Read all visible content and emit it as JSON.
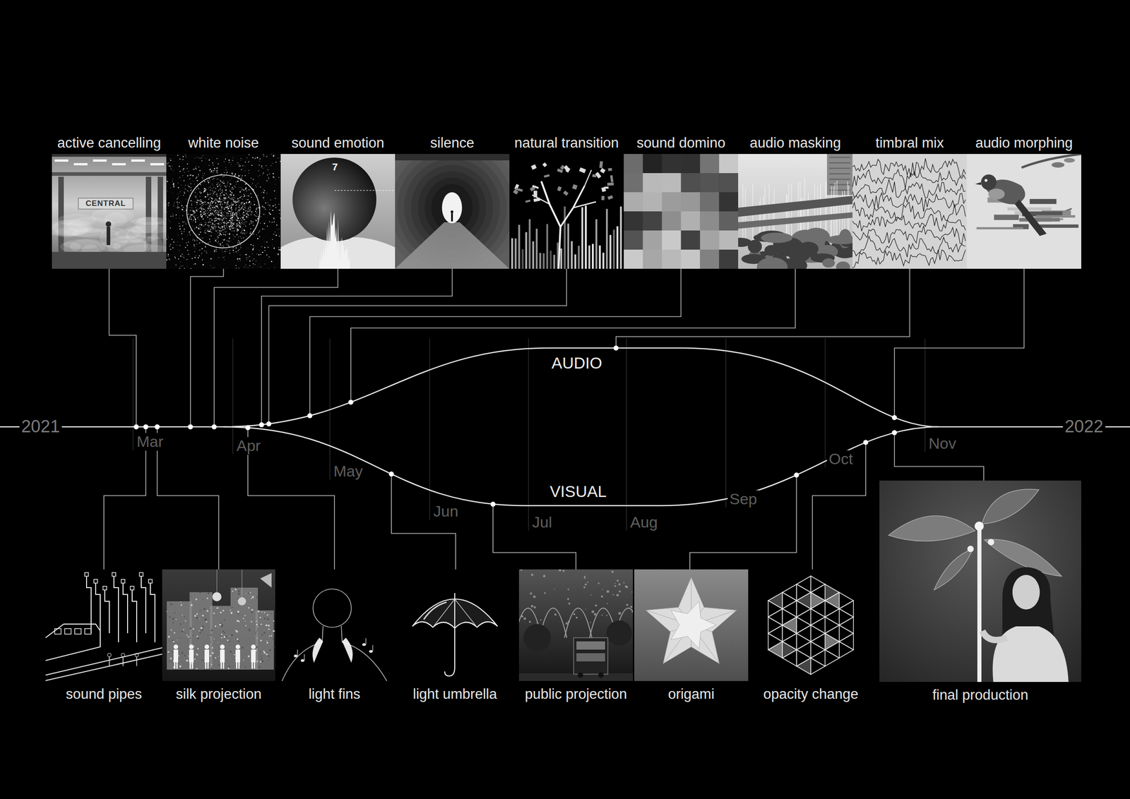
{
  "diagram": {
    "nodes": [
      {
        "text": [
          "active cancelling"
        ]
      },
      {
        "text": [
          "white noise"
        ]
      },
      {
        "text": [
          "sound emotion"
        ]
      },
      {
        "text": [
          "silence"
        ]
      },
      {
        "text": [
          "natural transition"
        ]
      },
      {
        "text": [
          "sound domino"
        ]
      },
      {
        "text": [
          "audio masking"
        ]
      },
      {
        "text": [
          "timbral mix"
        ]
      },
      {
        "text": [
          "audio morphing"
        ]
      },
      {
        "text": [
          "sound pipes"
        ]
      },
      {
        "text": [
          "silk projection"
        ]
      },
      {
        "text": [
          "light fins"
        ]
      },
      {
        "text": [
          "light umbrella"
        ]
      },
      {
        "text": [
          "public projection"
        ]
      },
      {
        "text": [
          "origami"
        ]
      },
      {
        "text": [
          "opacity change"
        ]
      },
      {
        "text": [
          "final production"
        ]
      }
    ],
    "labels": [
      "CENTRAL",
      "7",
      "AUDIO",
      "2021",
      "2022",
      "Mar",
      "Apr",
      "May",
      "Jun",
      "Jul",
      "Aug",
      "Sep",
      "Oct",
      "Nov",
      "VISUAL"
    ]
  }
}
